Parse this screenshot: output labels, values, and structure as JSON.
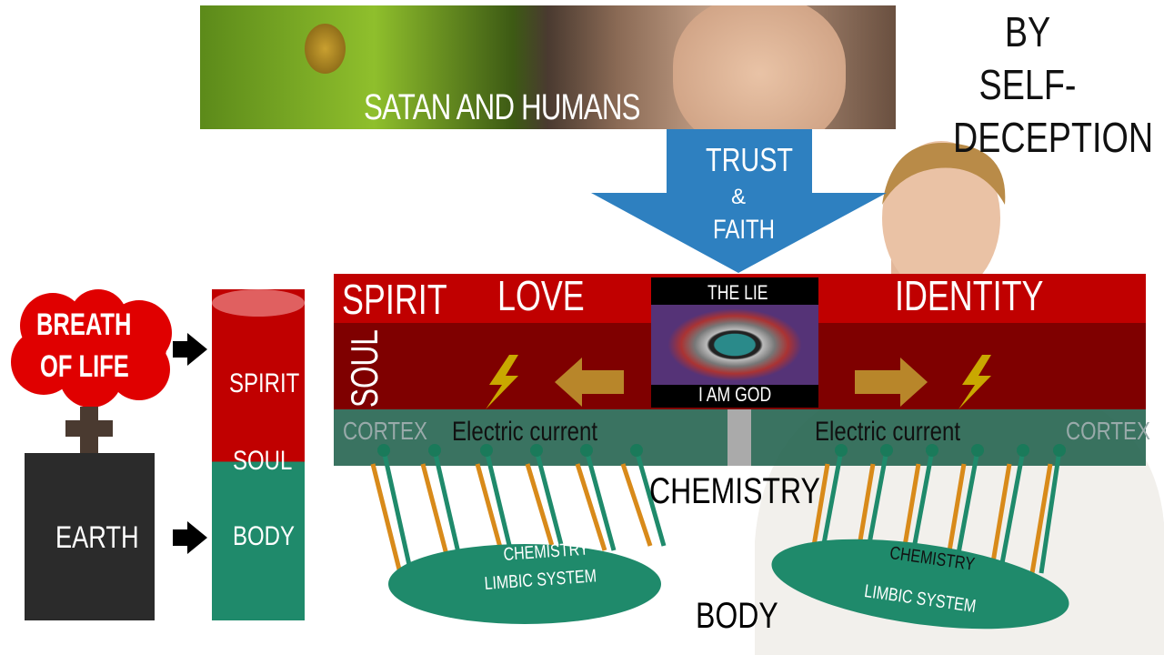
{
  "slide": {
    "title": "BY SELF-DECEPTION",
    "title_lines": [
      "BY SELF-",
      "DECEPTION"
    ],
    "banner": "SATAN AND HUMANS",
    "arrow": {
      "line1": "TRUST",
      "line2": "&",
      "line3": "FAITH"
    },
    "band": {
      "spirit": "SPIRIT",
      "love": "LOVE",
      "identity": "IDENTITY",
      "soul": "SOUL",
      "cortex_left": "CORTEX",
      "cortex_right": "CORTEX",
      "current_left": "Electric current",
      "current_right": "Electric current"
    },
    "eye": {
      "top": "THE LIE",
      "bottom": "I AM GOD"
    },
    "chemistry": "CHEMISTRY",
    "body": "BODY",
    "limbic_left": [
      "CHEMISTRY",
      "LIMBIC SYSTEM"
    ],
    "limbic_right": [
      "CHEMISTRY",
      "LIMBIC SYSTEM"
    ],
    "left": {
      "breath": [
        "BREATH",
        "OF LIFE"
      ],
      "earth": "EARTH",
      "spirit": "SPIRIT",
      "soul": "SOUL",
      "body": "BODY"
    }
  },
  "colors": {
    "red": "#c00000",
    "dark_red": "#7f0000",
    "green": "#1f8a6b",
    "blue": "#2e80c0",
    "orange": "#d88a1a"
  }
}
